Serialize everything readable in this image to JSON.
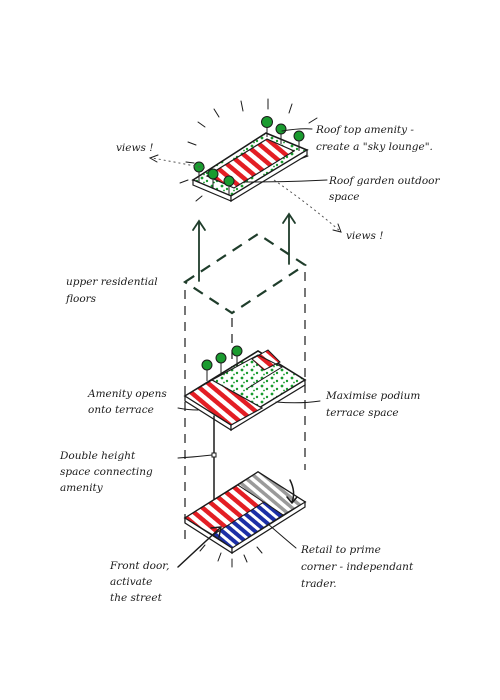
{
  "colors": {
    "ink": "#1b1b1b",
    "amenity_red": "#e31e24",
    "planting_green": "#1a9b2f",
    "retail_blue": "#1c2fa6",
    "existing_grey": "#9a9a9a",
    "residential_dash": "#1f3d2b"
  },
  "annotations": {
    "views_left": "views !",
    "rooftop_1": "Roof top amenity -",
    "rooftop_2": "create a \"sky lounge\".",
    "roofgarden_1": "Roof garden outdoor",
    "roofgarden_2": "space",
    "views_right": "views !",
    "upper_1": "upper residential",
    "upper_2": "floors",
    "amenity_1": "Amenity opens",
    "amenity_2": "onto terrace",
    "podium_1": "Maximise podium",
    "podium_2": "terrace space",
    "double_1": "Double height",
    "double_2": "space connecting",
    "double_3": "amenity",
    "frontdoor_1": "Front door,",
    "frontdoor_2": "activate",
    "frontdoor_3": "the street",
    "retail_1": "Retail to prime",
    "retail_2": "corner - independant",
    "retail_3": "trader."
  }
}
